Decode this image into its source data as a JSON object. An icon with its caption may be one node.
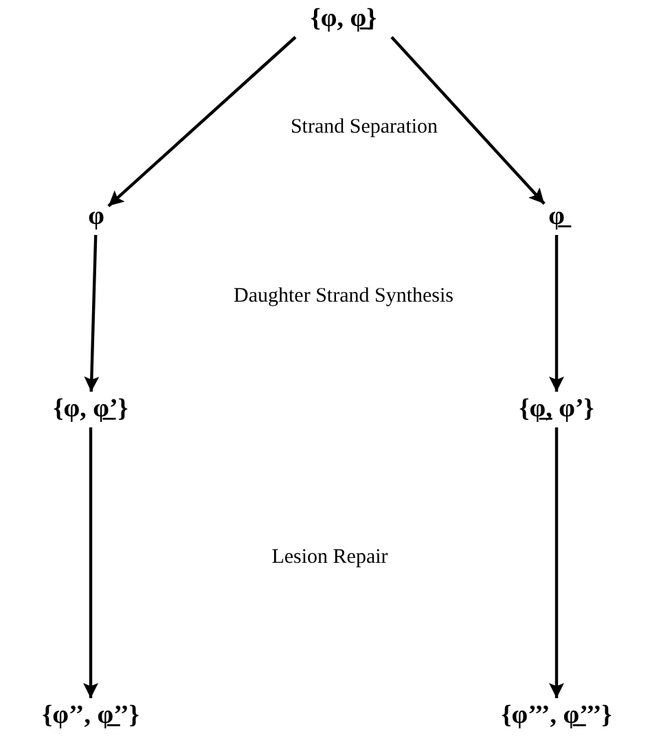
{
  "diagram": {
    "nodes": [
      {
        "text": [
          "{φ, φ̲}"
        ]
      },
      {
        "text": [
          "φ"
        ]
      },
      {
        "text": [
          "φ̲"
        ]
      },
      {
        "text": [
          "{φ, φ̲’}"
        ]
      },
      {
        "text": [
          "{φ̲, φ’}"
        ]
      },
      {
        "text": [
          "{φ’’, φ̲’’}"
        ]
      },
      {
        "text": [
          "{φ’’’, φ̲’’’}"
        ]
      }
    ],
    "edges": [
      {
        "from": 0,
        "to": 1,
        "arrow": "to"
      },
      {
        "from": 0,
        "to": 2,
        "arrow": "to"
      },
      {
        "from": 1,
        "to": 3,
        "arrow": "to"
      },
      {
        "from": 2,
        "to": 4,
        "arrow": "to"
      },
      {
        "from": 3,
        "to": 5,
        "arrow": "to"
      },
      {
        "from": 4,
        "to": 6,
        "arrow": "to"
      }
    ],
    "labels": [
      "Strand Separation",
      "Daughter Strand Synthesis",
      "Lesion Repair"
    ]
  }
}
